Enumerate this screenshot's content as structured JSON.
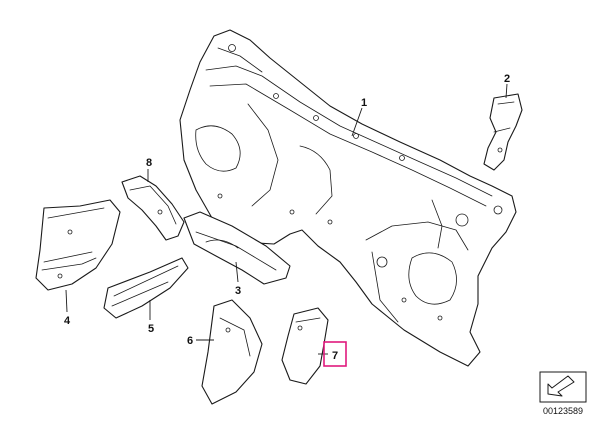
{
  "diagram": {
    "callouts": [
      {
        "id": "1",
        "label": "1"
      },
      {
        "id": "2",
        "label": "2"
      },
      {
        "id": "3",
        "label": "3"
      },
      {
        "id": "4",
        "label": "4"
      },
      {
        "id": "5",
        "label": "5"
      },
      {
        "id": "6",
        "label": "6"
      },
      {
        "id": "7",
        "label": "7",
        "highlighted": true
      },
      {
        "id": "8",
        "label": "8"
      }
    ],
    "document_number": "00123589",
    "highlight_color": "#e0197d",
    "corner_icon": "direction-arrow-icon"
  }
}
